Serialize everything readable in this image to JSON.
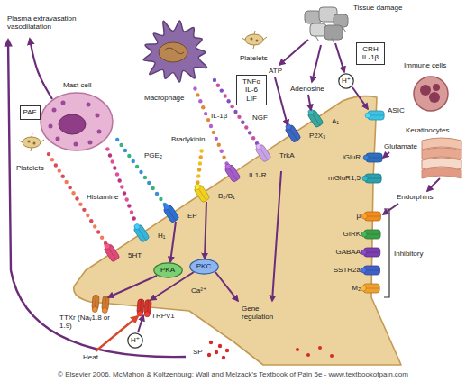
{
  "diagram": {
    "nodes": [
      {
        "text": [
          "TNFα IL-6 LIF"
        ]
      },
      {
        "text": [
          "CRH IL-1β"
        ]
      },
      {
        "text": [
          "H⁺"
        ]
      },
      {
        "text": [
          "PAF"
        ]
      },
      {
        "text": [
          "PKA"
        ]
      },
      {
        "text": [
          "PKC"
        ]
      },
      {
        "text": [
          "H⁺"
        ]
      }
    ],
    "labels": [
      "Plasma extravasation vasodilatation",
      "Macrophage",
      "Platelets",
      "Tissue damage",
      "Immune cells",
      "Adenosine",
      "ATP",
      "IL-1β",
      "NGF",
      "ASIC",
      "A₁",
      "P2X₃",
      "Glutamate",
      "Keratinocytes",
      "Mast cell",
      "PGE₂",
      "Bradykinin",
      "TrkA",
      "IL1-R",
      "iGluR",
      "Histamine",
      "B₂/B₁",
      "EP",
      "mGluR1,5",
      "Platelets",
      "Endorphins",
      "H₁",
      "5HT",
      "μ",
      "GIRK",
      "GABAA",
      "SSTR2a",
      "M₂",
      "Inhibitory",
      "Ca²⁺",
      "TTXr (Naᵥ1.8 or 1.9)",
      "TRPV1",
      "Heat",
      "SP",
      "Gene regulation",
      "© Elsevier 2006. McMahon & Koltzenburg: Wall and Melzack's Textbook of Pain 5e - www.textbookofpain.com"
    ]
  }
}
